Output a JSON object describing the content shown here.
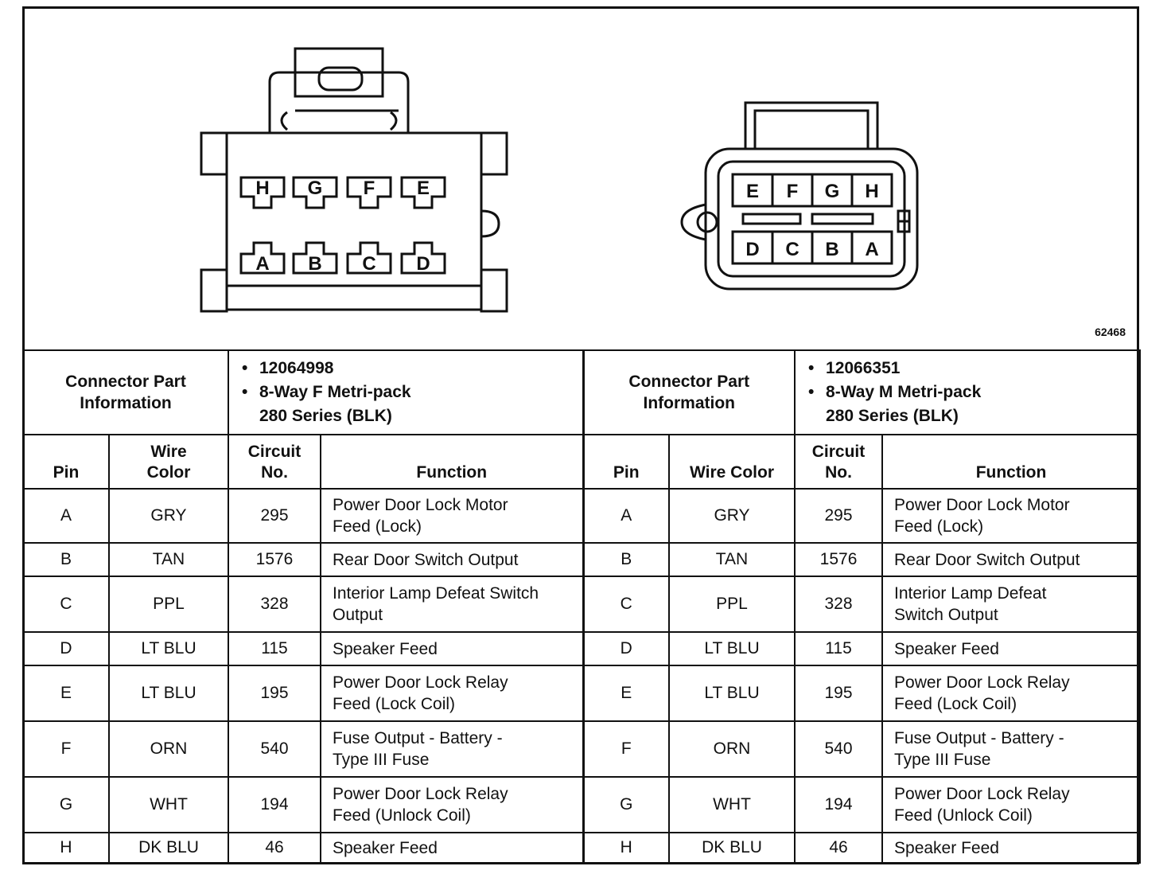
{
  "figure_id": "62468",
  "connector_f": {
    "cavity_labels_top": [
      "H",
      "G",
      "F",
      "E"
    ],
    "cavity_labels_bottom": [
      "A",
      "B",
      "C",
      "D"
    ]
  },
  "connector_m": {
    "cavity_labels_top": [
      "E",
      "F",
      "G",
      "H"
    ],
    "cavity_labels_bottom": [
      "D",
      "C",
      "B",
      "A"
    ]
  },
  "table": {
    "cpi_label": [
      "Connector Part",
      "Information"
    ],
    "left": {
      "part_number": "12064998",
      "desc_line1": "8-Way F Metri-pack",
      "desc_line2": "280 Series (BLK)"
    },
    "right": {
      "part_number": "12066351",
      "desc_line1": "8-Way M Metri-pack",
      "desc_line2": "280 Series (BLK)"
    },
    "headers_left": {
      "pin": "Pin",
      "wire1": "Wire",
      "wire2": "Color",
      "circ1": "Circuit",
      "circ2": "No.",
      "function": "Function"
    },
    "headers_right": {
      "pin": "Pin",
      "wire": "Wire Color",
      "circ1": "Circuit",
      "circ2": "No.",
      "function": "Function"
    },
    "rows": [
      {
        "pin": "A",
        "color": "GRY",
        "circuit": "295",
        "left_fn": [
          "Power Door Lock Motor",
          "Feed (Lock)"
        ],
        "right_fn": [
          "Power Door Lock Motor",
          "Feed (Lock)"
        ]
      },
      {
        "pin": "B",
        "color": "TAN",
        "circuit": "1576",
        "left_fn": [
          "Rear Door Switch Output"
        ],
        "right_fn": [
          "Rear Door Switch Output"
        ]
      },
      {
        "pin": "C",
        "color": "PPL",
        "circuit": "328",
        "left_fn": [
          "Interior Lamp Defeat Switch",
          "Output"
        ],
        "right_fn": [
          "Interior Lamp Defeat",
          "Switch Output"
        ]
      },
      {
        "pin": "D",
        "color": "LT BLU",
        "circuit": "115",
        "left_fn": [
          "Speaker Feed"
        ],
        "right_fn": [
          "Speaker Feed"
        ]
      },
      {
        "pin": "E",
        "color": "LT BLU",
        "circuit": "195",
        "left_fn": [
          "Power Door Lock Relay",
          "Feed (Lock Coil)"
        ],
        "right_fn": [
          "Power Door Lock Relay",
          "Feed (Lock Coil)"
        ]
      },
      {
        "pin": "F",
        "color": "ORN",
        "circuit": "540",
        "left_fn": [
          "Fuse Output - Battery -",
          "Type III Fuse"
        ],
        "right_fn": [
          "Fuse Output - Battery -",
          "Type III Fuse"
        ]
      },
      {
        "pin": "G",
        "color": "WHT",
        "circuit": "194",
        "left_fn": [
          "Power Door Lock Relay",
          "Feed (Unlock Coil)"
        ],
        "right_fn": [
          "Power Door Lock Relay",
          "Feed (Unlock Coil)"
        ]
      },
      {
        "pin": "H",
        "color": "DK BLU",
        "circuit": "46",
        "left_fn": [
          "Speaker Feed"
        ],
        "right_fn": [
          "Speaker Feed"
        ]
      }
    ]
  }
}
